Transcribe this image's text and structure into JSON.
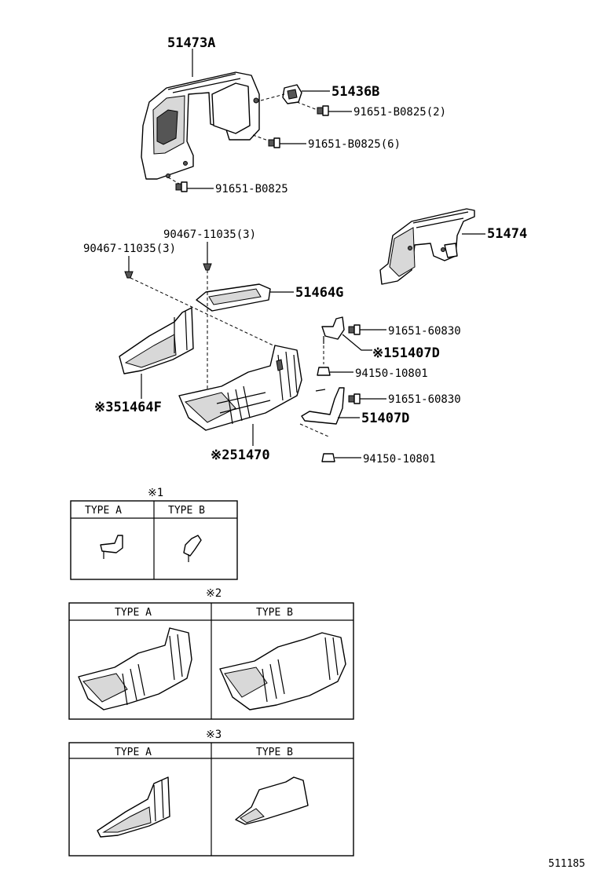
{
  "labels": {
    "p51473a": "51473A",
    "p51436b": "51436B",
    "p91651_b0825_2": "91651-B0825(2)",
    "p91651_b0825_6": "91651-B0825(6)",
    "p91651_b0825": "91651-B0825",
    "p90467_a": "90467-11035(3)",
    "p90467_b": "90467-11035(3)",
    "p51474": "51474",
    "p51464g": "51464G",
    "p91651_60830_a": "91651-60830",
    "p51407d_a": "※151407D",
    "p94150_a": "94150-10801",
    "p51464f": "※351464F",
    "p91651_60830_b": "91651-60830",
    "p51407d_b": "51407D",
    "p51470": "※251470",
    "p94150_b": "94150-10801"
  },
  "tables": {
    "t1": {
      "mark": "※1",
      "type_a": "TYPE A",
      "type_b": "TYPE B"
    },
    "t2": {
      "mark": "※2",
      "type_a": "TYPE A",
      "type_b": "TYPE B"
    },
    "t3": {
      "mark": "※3",
      "type_a": "TYPE A",
      "type_b": "TYPE B"
    }
  },
  "figure_code": "511185"
}
